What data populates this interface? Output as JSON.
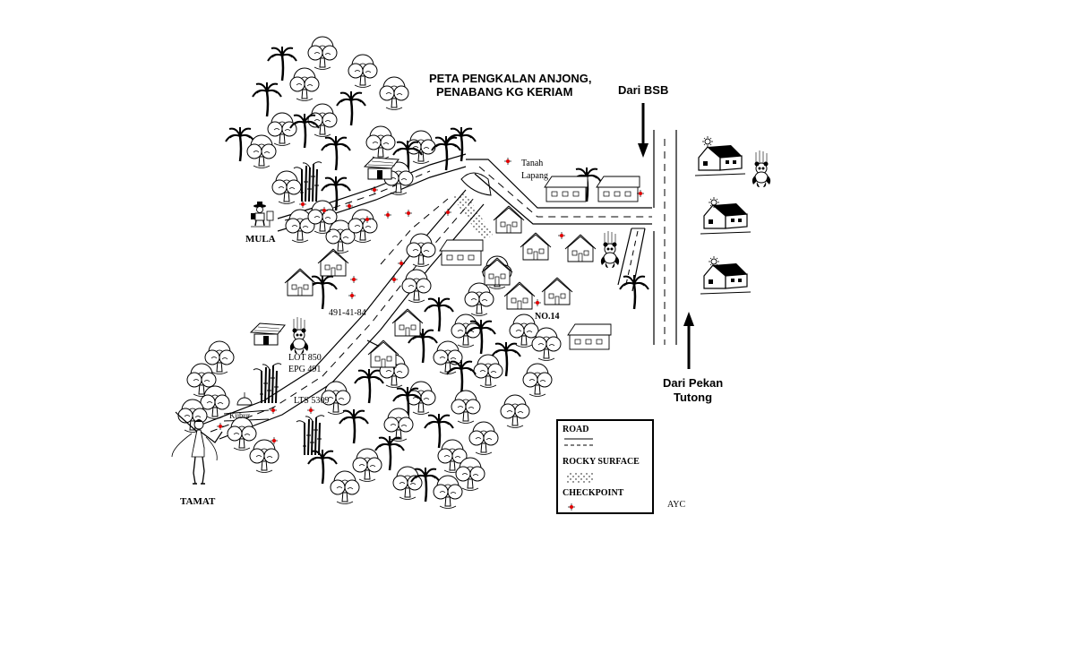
{
  "map": {
    "title_line1": "PETA PENGKALAN ANJONG,",
    "title_line2": "PENABANG KG KERIAM",
    "directions": {
      "from_bsb": "Dari BSB",
      "from_pekan_line1": "Dari Pekan",
      "from_pekan_line2": "Tutong"
    },
    "places": {
      "start": "MULA",
      "finish": "TAMAT",
      "field_line1": "Tanah",
      "field_line2": "Lapang",
      "house_no": "NO.14",
      "cemetery": "Kubur"
    },
    "lots": {
      "lot_a": "491-41-84",
      "lot_b_line1": "LOT 850",
      "lot_b_line2": "EPG 491",
      "lot_c": "LTS 5309"
    },
    "legend": {
      "road": "ROAD",
      "rocky": "ROCKY SURFACE",
      "checkpoint": "CHECKPOINT"
    },
    "author": "AYC",
    "colors": {
      "checkpoint": "#e00000",
      "ink": "#000000",
      "background": "#ffffff"
    },
    "icons": [
      "palm-tree-icon",
      "tree-icon",
      "house-icon",
      "panda-icon",
      "bamboo-icon",
      "hut-icon",
      "hiker-icon",
      "dancer-icon",
      "sun-icon",
      "arrow-icon"
    ]
  }
}
